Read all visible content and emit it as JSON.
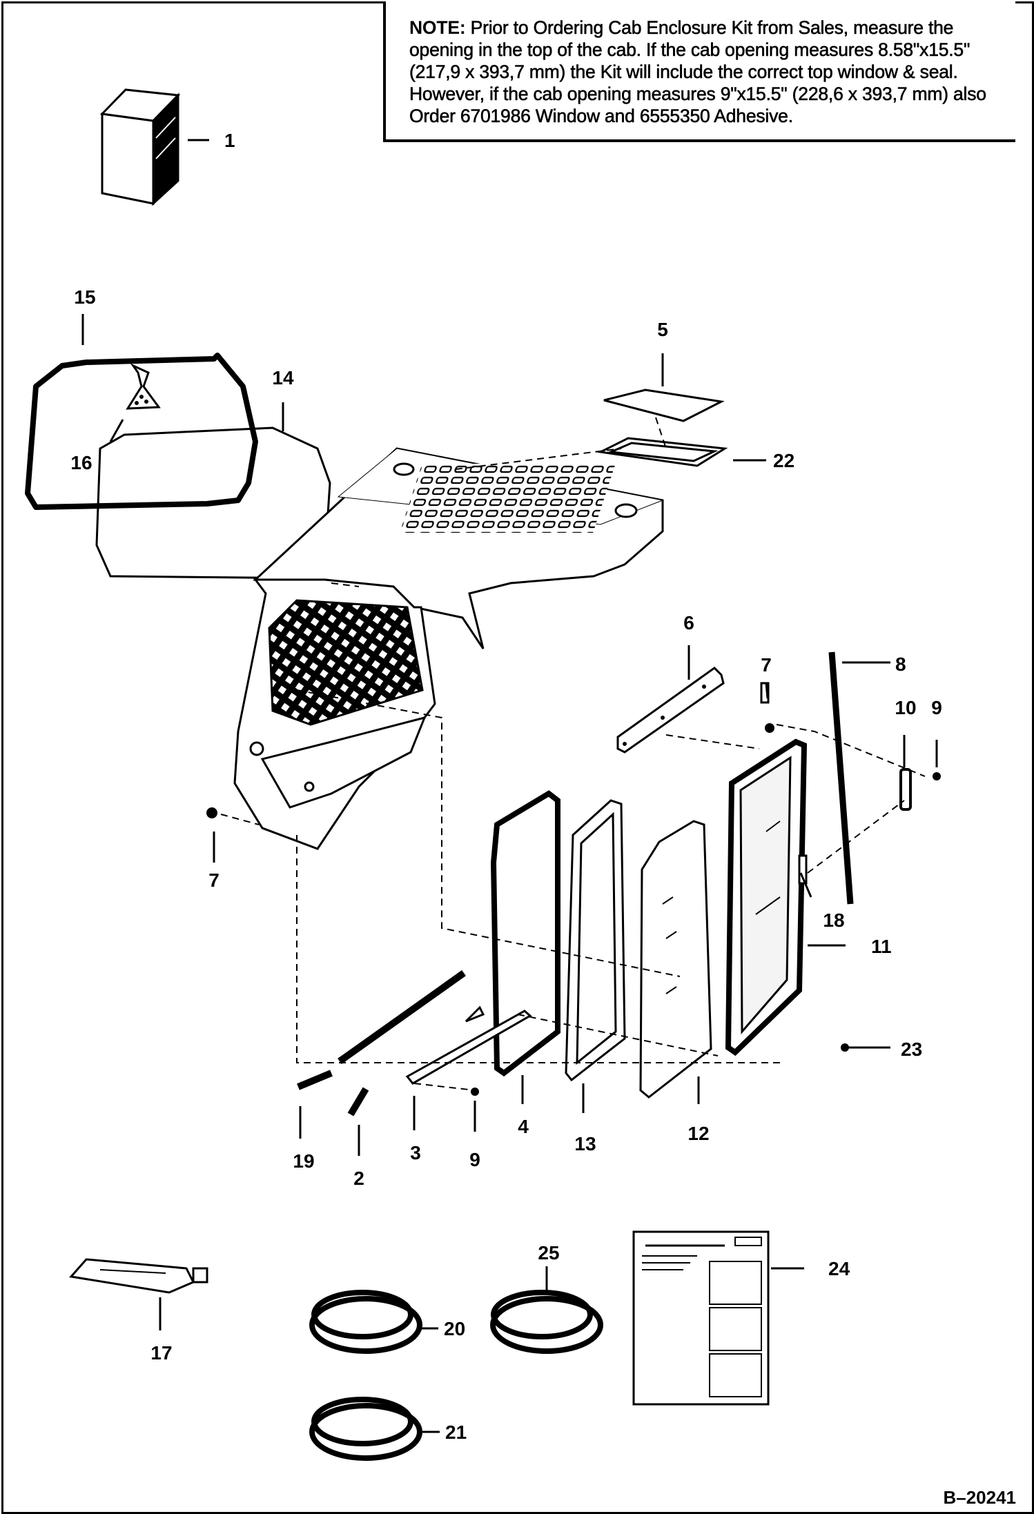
{
  "note": {
    "lead": "NOTE:",
    "text": "Prior to Ordering Cab Enclosure Kit from Sales, measure the opening in the top of the cab.  If the cab opening measures 8.58\"x15.5\" (217,9 x 393,7 mm) the Kit will include the correct top window & seal. However, if the cab opening measures 9\"x15.5\" (228,6 x 393,7 mm) also Order 6701986 Window and 6555350 Adhesive."
  },
  "callouts": {
    "c1": "1",
    "c2": "2",
    "c3": "3",
    "c4": "4",
    "c5": "5",
    "c6": "6",
    "c7a": "7",
    "c7b": "7",
    "c8": "8",
    "c9a": "9",
    "c9b": "9",
    "c10": "10",
    "c11": "11",
    "c12": "12",
    "c13": "13",
    "c14": "14",
    "c15": "15",
    "c16": "16",
    "c17": "17",
    "c18": "18",
    "c19": "19",
    "c20": "20",
    "c21": "21",
    "c22": "22",
    "c23": "23",
    "c24": "24",
    "c25": "25"
  },
  "figure_id": "B–20241",
  "colors": {
    "ink": "#000000",
    "paper": "#ffffff",
    "glass": "#f4f4f4"
  }
}
